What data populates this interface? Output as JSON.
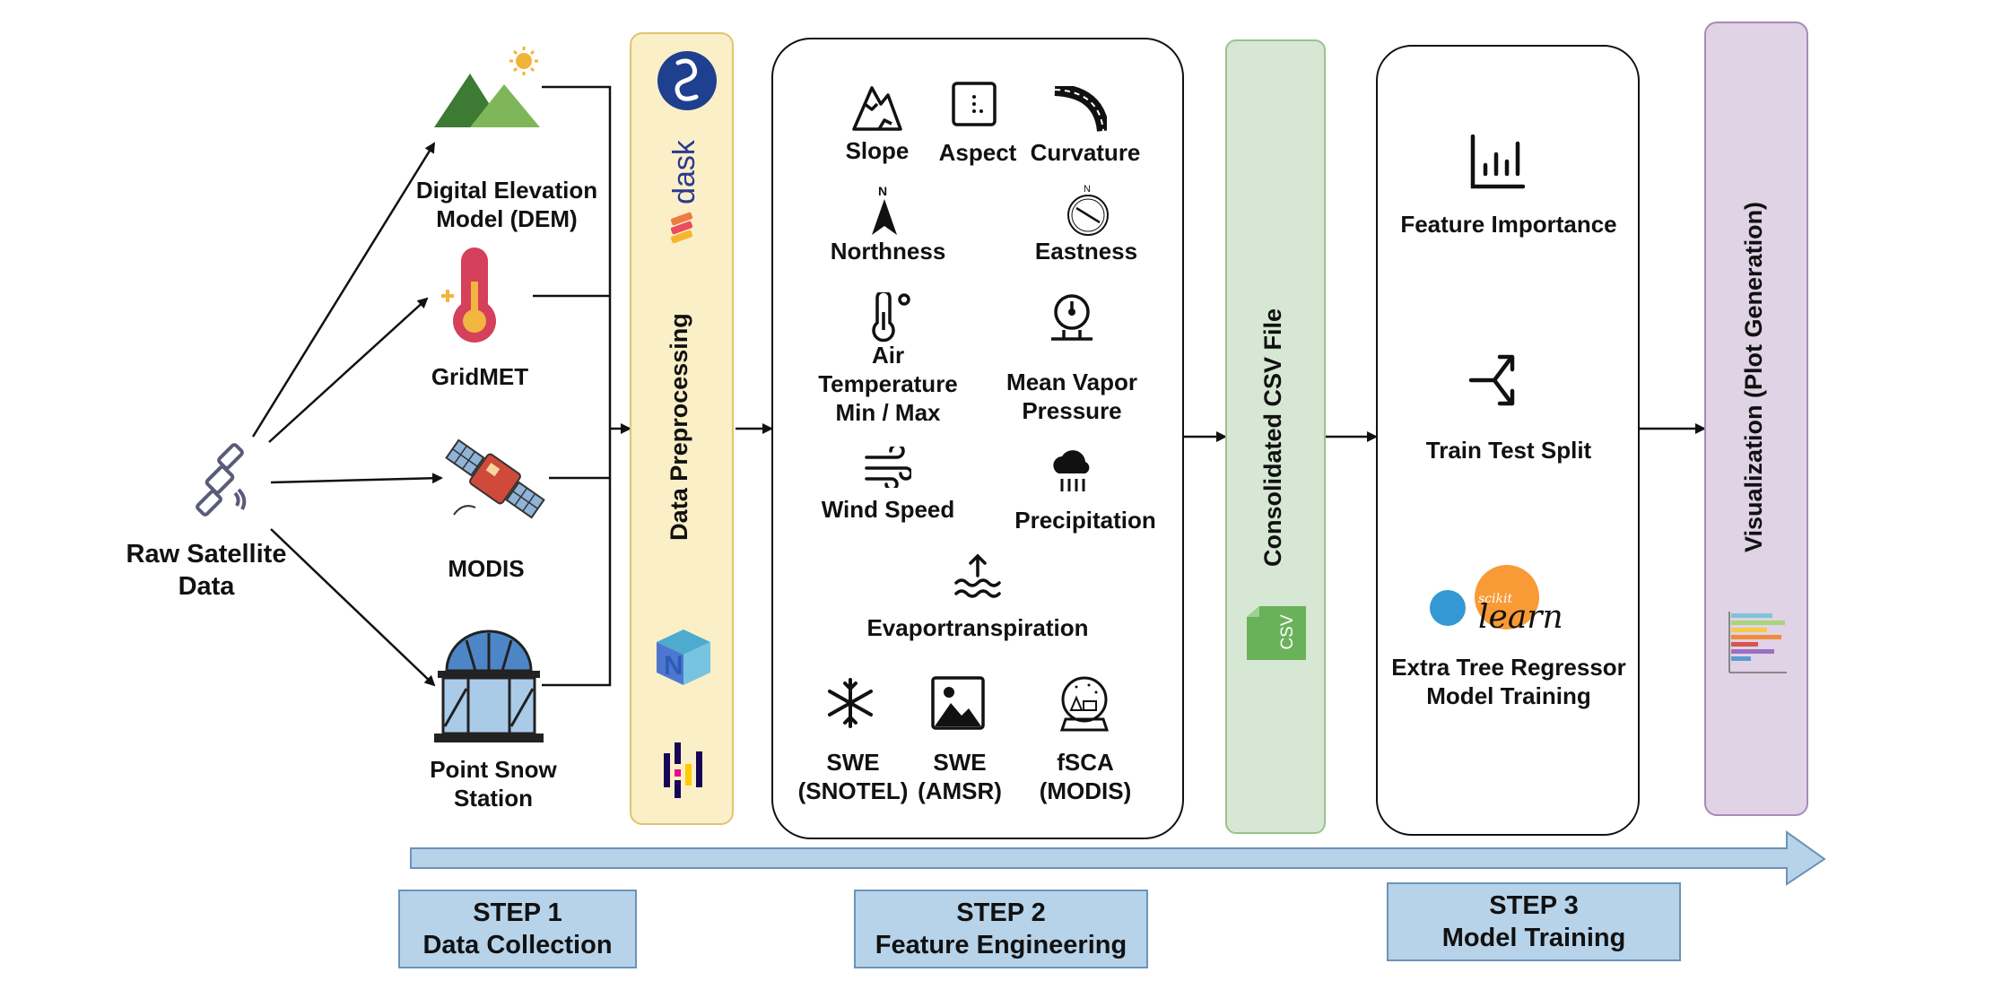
{
  "sources": {
    "raw": "Raw Satellite\nData",
    "dem": "Digital Elevation\nModel (DEM)",
    "gridmet": "GridMET",
    "modis": "MODIS",
    "snow": "Point Snow\nStation"
  },
  "preprocessing": {
    "title": "Data Preprocessing",
    "dask": "dask"
  },
  "features": {
    "slope": "Slope",
    "aspect": "Aspect",
    "curvature": "Curvature",
    "northness": "Northness",
    "eastness": "Eastness",
    "air_temp": "Air\nTemperature\nMin / Max",
    "vapor": "Mean Vapor\nPressure",
    "wind": "Wind Speed",
    "precip": "Precipitation",
    "evapo": "Evaportranspiration",
    "swe_snotel": "SWE\n(SNOTEL)",
    "swe_amsr": "SWE\n(AMSR)",
    "fsca": "fSCA\n(MODIS)"
  },
  "csv": {
    "title": "Consolidated CSV File",
    "badge": "CSV"
  },
  "model": {
    "importance": "Feature Importance",
    "split": "Train Test Split",
    "training": "Extra Tree Regressor\nModel Training",
    "sklearn_small": "scikit",
    "sklearn_big": "learn"
  },
  "viz": {
    "title": "Visualization (Plot Generation)"
  },
  "steps": [
    {
      "title": "STEP 1",
      "subtitle": "Data Collection"
    },
    {
      "title": "STEP 2",
      "subtitle": "Feature Engineering"
    },
    {
      "title": "STEP 3",
      "subtitle": "Model Training"
    }
  ],
  "colors": {
    "preprocessing_fill": "#fbefc7",
    "preprocessing_border": "#e0c46f",
    "csv_fill": "#d6e8d3",
    "csv_border": "#9ac28e",
    "viz_fill": "#e0d3e6",
    "viz_border": "#a98bb5",
    "step_fill": "#b6d3ea",
    "arrow_fill": "#b6d3ea"
  }
}
